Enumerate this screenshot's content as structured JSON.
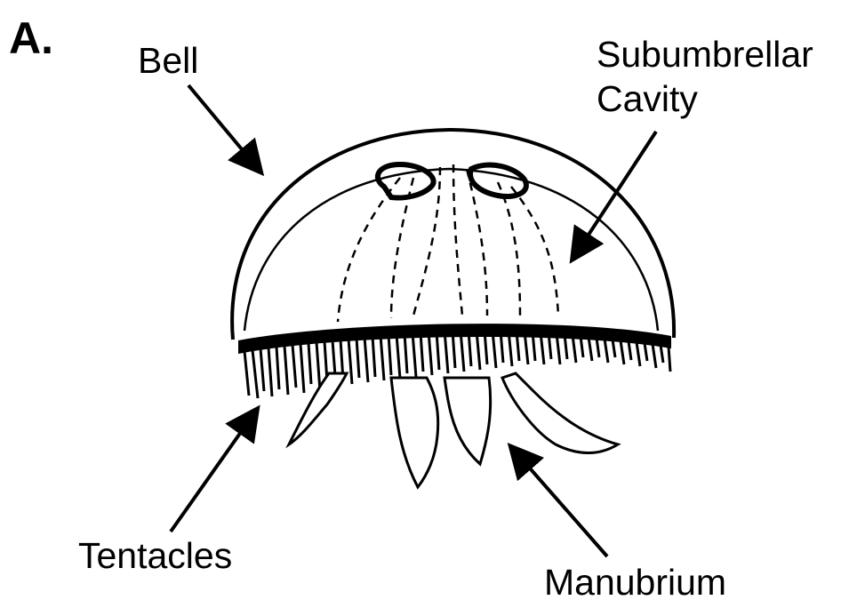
{
  "panel_label": "A.",
  "labels": {
    "bell": "Bell",
    "subumbrellar_line1": "Subumbrellar",
    "subumbrellar_line2": "Cavity",
    "tentacles": "Tentacles",
    "manubrium": "Manubrium"
  },
  "colors": {
    "ink": "#000000",
    "background": "#ffffff"
  }
}
